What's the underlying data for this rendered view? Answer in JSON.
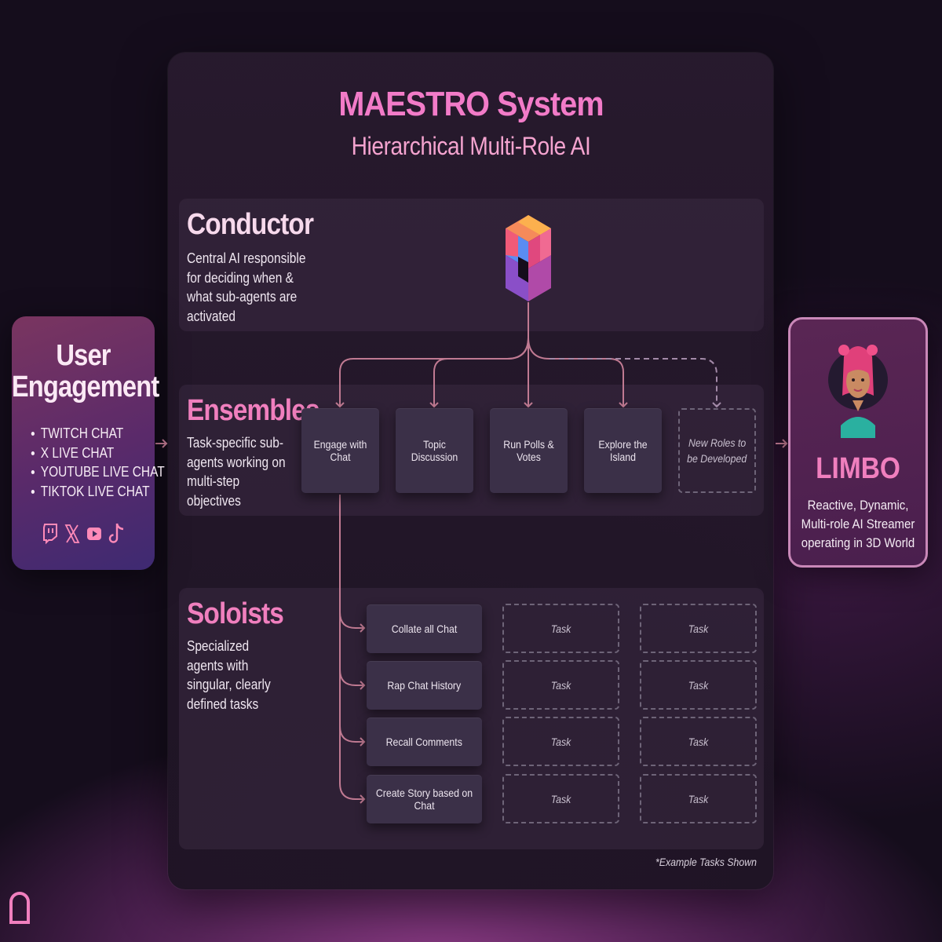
{
  "system": {
    "title": "MAESTRO System",
    "subtitle": "Hierarchical Multi-Role AI"
  },
  "user_engagement": {
    "title_line1": "User",
    "title_line2": "Engagement",
    "platforms": [
      "TWITCH CHAT",
      "X LIVE CHAT",
      "YOUTUBE LIVE CHAT",
      "TIKTOK LIVE CHAT"
    ],
    "icons": [
      "twitch-icon",
      "x-icon",
      "youtube-icon",
      "tiktok-icon"
    ]
  },
  "conductor": {
    "title": "Conductor",
    "description": "Central AI responsible for deciding when & what sub-agents are activated",
    "logo": "maestro-hexagon-logo"
  },
  "ensembles": {
    "title": "Ensembles",
    "description": "Task-specific sub-agents working on multi-step objectives",
    "items": [
      "Engage with Chat",
      "Topic Discussion",
      "Run Polls & Votes",
      "Explore the Island"
    ],
    "future_item_line1": "New Roles to",
    "future_item_line2": "be Developed"
  },
  "soloists": {
    "title": "Soloists",
    "description": "Specialized agents with singular, clearly defined tasks",
    "items": [
      "Collate all Chat",
      "Rap Chat History",
      "Recall Comments",
      "Create Story based on Chat"
    ],
    "placeholder_label": "Task"
  },
  "limbo": {
    "title": "LIMBO",
    "description": "Reactive, Dynamic, Multi-role AI Streamer operating in 3D World",
    "avatar": "limbo-avatar"
  },
  "footnote": "*Example Tasks Shown",
  "colors": {
    "accent_pink": "#f27bc8",
    "connector": "#c07a92",
    "panel": "#281a2e"
  }
}
